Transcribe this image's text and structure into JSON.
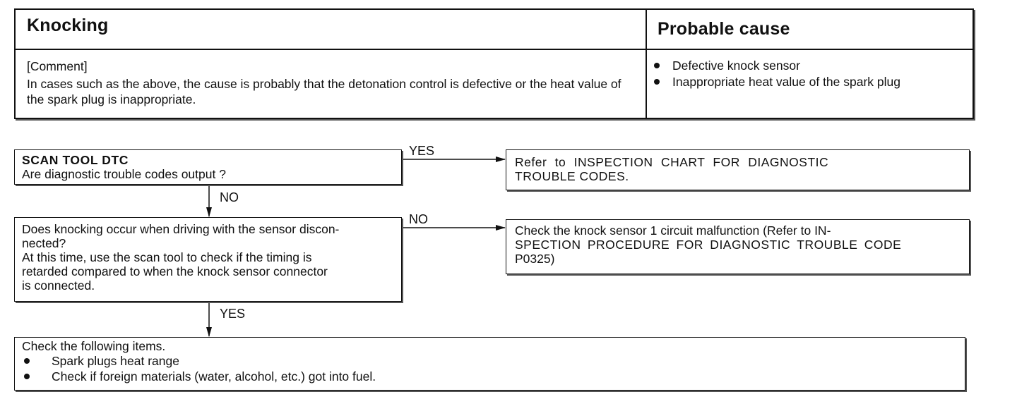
{
  "table": {
    "left_header": "Knocking",
    "right_header": "Probable cause",
    "comment_label": "[Comment]",
    "comment_text": "In cases such as the above, the cause is probably that the detonation control is defective or the heat value of the spark plug is inappropriate.",
    "causes": [
      "Defective knock sensor",
      "Inappropriate heat value of the spark plug"
    ]
  },
  "flow": {
    "step1": {
      "title": "SCAN TOOL DTC",
      "question": "Are diagnostic trouble codes output ?"
    },
    "step1_yes_label": "YES",
    "step1_no_label": "NO",
    "refer_dtc": {
      "line1": "Refer to INSPECTION CHART FOR DIAGNOSTIC",
      "line2": "TROUBLE CODES."
    },
    "step2": {
      "text1": "Does knocking occur when driving with the sensor discon-",
      "text2": "nected?",
      "text3": "At this time, use the scan tool to check if the timing is",
      "text4": "retarded compared to when the knock sensor connector",
      "text5": "is connected."
    },
    "step2_no_label": "NO",
    "step2_yes_label": "YES",
    "check_sensor": {
      "line1": "Check the knock sensor 1 circuit malfunction (Refer to IN-",
      "line2": "SPECTION PROCEDURE FOR DIAGNOSTIC TROUBLE CODE",
      "line3": "P0325)"
    },
    "final": {
      "intro": "Check the following items.",
      "items": [
        "Spark plugs heat range",
        "Check if foreign materials (water, alcohol, etc.) got into fuel."
      ]
    }
  }
}
